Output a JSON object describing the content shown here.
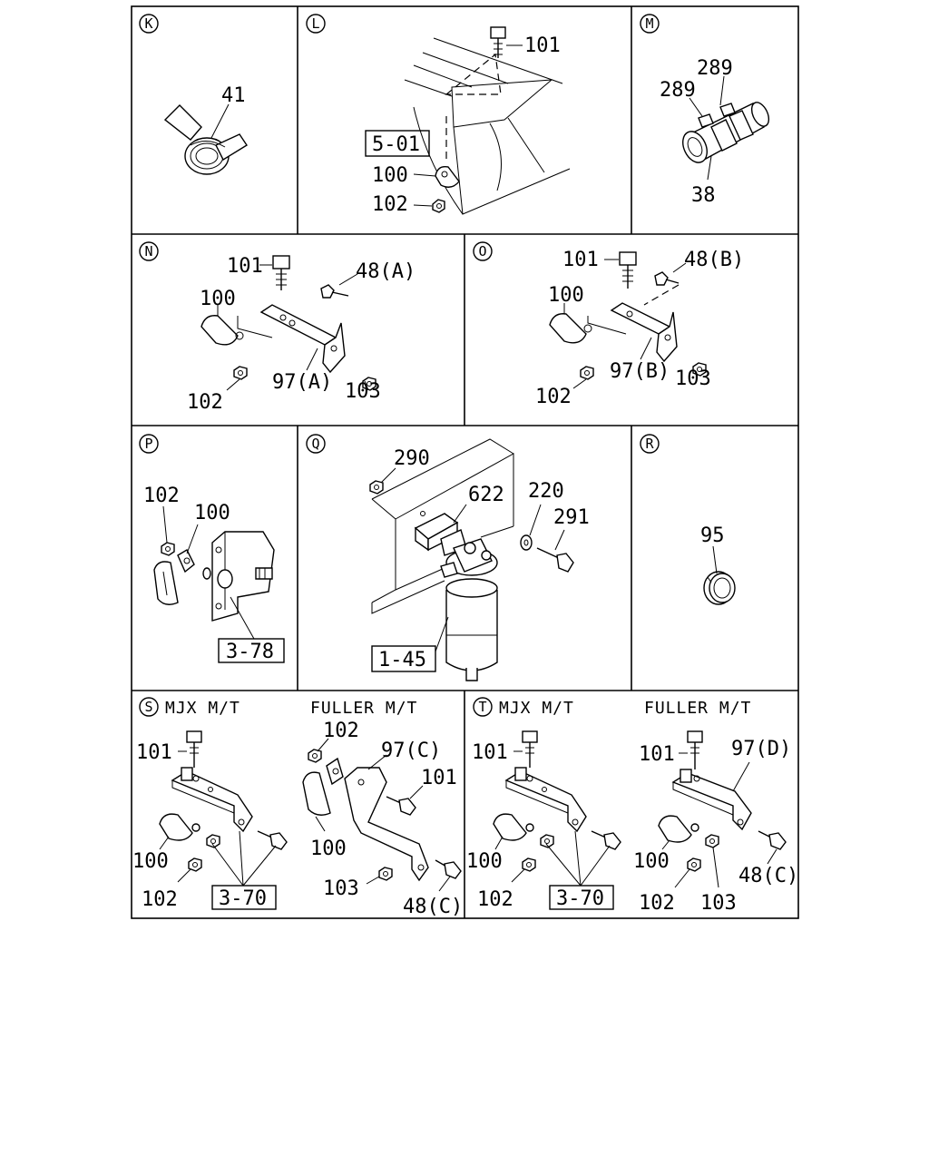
{
  "panels": [
    {
      "key": "K",
      "circle": "K"
    },
    {
      "key": "L",
      "circle": "L"
    },
    {
      "key": "M",
      "circle": "M"
    },
    {
      "key": "N",
      "circle": "N"
    },
    {
      "key": "O",
      "circle": "O"
    },
    {
      "key": "P",
      "circle": "P"
    },
    {
      "key": "Q",
      "circle": "Q"
    },
    {
      "key": "R",
      "circle": "R"
    },
    {
      "key": "S",
      "circle": "S",
      "header": "MJX M/T"
    },
    {
      "key": "S2",
      "header": "FULLER M/T"
    },
    {
      "key": "T",
      "circle": "T",
      "header": "MJX M/T"
    },
    {
      "key": "T2",
      "header": "FULLER M/T"
    }
  ],
  "labels": {
    "K": {
      "p41": "41"
    },
    "L": {
      "p101": "101",
      "ref": "5-01",
      "p100": "100",
      "p102": "102"
    },
    "M": {
      "p289a": "289",
      "p289b": "289",
      "p38": "38"
    },
    "N": {
      "p101": "101",
      "p48": "48(A)",
      "p100": "100",
      "p102": "102",
      "p97": "97(A)",
      "p103": "103"
    },
    "O": {
      "p101": "101",
      "p48": "48(B)",
      "p100": "100",
      "p102": "102",
      "p97": "97(B)",
      "p103": "103"
    },
    "P": {
      "p102": "102",
      "p100": "100",
      "ref": "3-78"
    },
    "Q": {
      "p290": "290",
      "p622": "622",
      "p220": "220",
      "p291": "291",
      "ref": "1-45"
    },
    "R": {
      "p95": "95"
    },
    "S": {
      "p101": "101",
      "p100": "100",
      "p102": "102",
      "ref": "3-70"
    },
    "S2": {
      "p102": "102",
      "p97": "97(C)",
      "p101": "101",
      "p100": "100",
      "p103": "103",
      "p48": "48(C)"
    },
    "T": {
      "p101": "101",
      "p100": "100",
      "p102": "102",
      "ref": "3-70"
    },
    "T2": {
      "p101": "101",
      "p97": "97(D)",
      "p100": "100",
      "p102": "102",
      "p103": "103",
      "p48": "48(C)"
    }
  }
}
